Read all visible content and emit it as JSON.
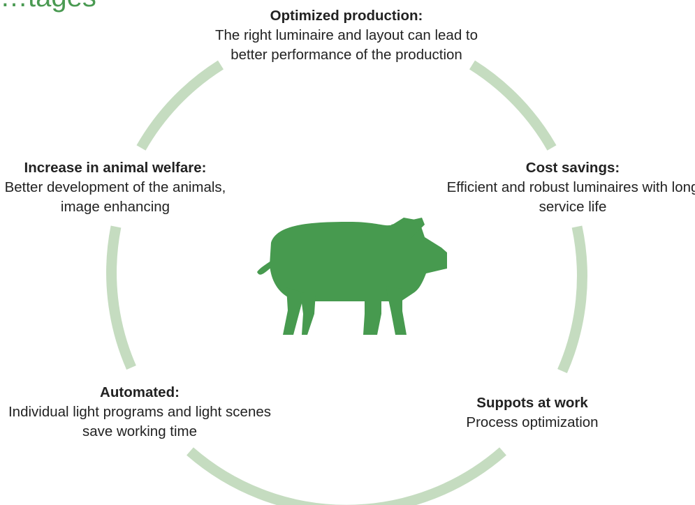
{
  "title": "…tages",
  "colors": {
    "ring": "#c5dcc0",
    "pig": "#479a4f",
    "title": "#4a9a52",
    "text": "#222222"
  },
  "icons": {
    "center": "pig-icon"
  },
  "advantages": {
    "top": {
      "heading": "Optimized production:",
      "body": "The right luminaire and layout can lead to better performance of the production"
    },
    "left": {
      "heading": "Increase in animal welfare:",
      "body": "Better development of the animals, image enhancing"
    },
    "right": {
      "heading": "Cost savings:",
      "body": "Efficient and robust luminaires with long service life"
    },
    "bottom_left": {
      "heading": "Automated:",
      "body": "Individual light programs and light scenes save working time"
    },
    "bottom_right": {
      "heading": "Suppots at work",
      "body": "Process optimization"
    }
  }
}
